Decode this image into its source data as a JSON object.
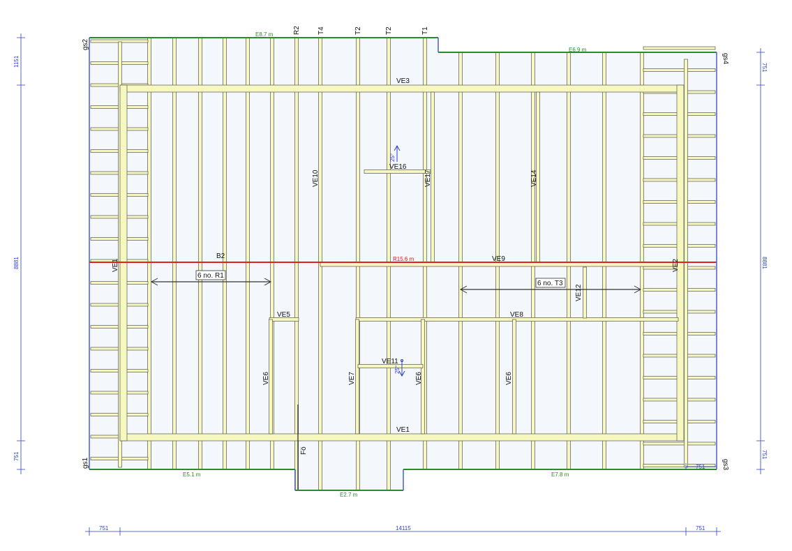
{
  "top_labels": [
    "R2",
    "T4",
    "T2",
    "T2",
    "T1"
  ],
  "corners": {
    "top_left": "gs2",
    "top_right": "gs4",
    "bottom_left": "gs1",
    "bottom_right": "gs3"
  },
  "edges": {
    "top_left": "E8.7 m",
    "top_right": "E6.9 m",
    "bottom_left": "E5.1 m",
    "bottom_mid": "E2.7 m",
    "bottom_right": "E7.8 m"
  },
  "ridge": "R15.6 m",
  "members": {
    "ve3": "VE3",
    "ve1": "VE1",
    "ve9": "VE9",
    "ve10": "VE10",
    "ve16": "VE16",
    "ve17": "VE17",
    "ve14": "VE14",
    "ve5": "VE5",
    "ve8": "VE8",
    "ve12": "VE12",
    "ve11": "VE11",
    "ve6a": "VE6",
    "ve7": "VE7",
    "ve6b": "VE6",
    "ve6c": "VE6",
    "ve_left": "VE1",
    "ve_right": "VE2",
    "b2": "B2",
    "fo": "Fö"
  },
  "pitch": {
    "top": "25°",
    "bottom": "25°"
  },
  "spans": {
    "left": "6 no. R1",
    "right": "6 no. T3"
  },
  "dimensions": {
    "left": [
      "1151",
      "8881",
      "751"
    ],
    "right": [
      "751",
      "8881",
      "751"
    ],
    "bottom": [
      "751",
      "14115",
      "751"
    ],
    "inner_bottom_right": "751"
  },
  "colors": {
    "edge": "#2b8a2b",
    "ridge": "#e02020",
    "dimension": "#2a3fd0",
    "timber": "#f7f7c0",
    "panel": "#f4f7fc"
  }
}
